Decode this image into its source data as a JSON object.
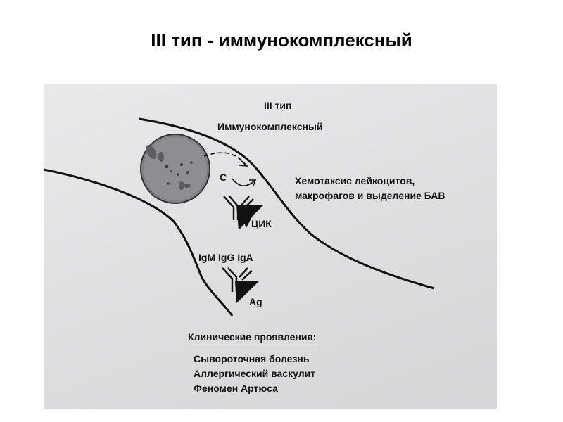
{
  "title": "III тип - иммунокомплексный",
  "diagram": {
    "type_label": "III тип",
    "type_name": "Иммунокомплексный",
    "complement_label": "C",
    "chemotaxis_line1": "Хемотаксис лейкоцитов,",
    "chemotaxis_line2": "макрофагов и выделение БАВ",
    "cik_label": "ЦИК",
    "antibodies_label": "IgM IgG IgA",
    "antigen_label": "Ag",
    "clinical_heading": "Клинические проявления:",
    "clinical_items": [
      "Сывороточная болезнь",
      "Аллергический васкулит",
      "Феномен Артюса"
    ]
  }
}
